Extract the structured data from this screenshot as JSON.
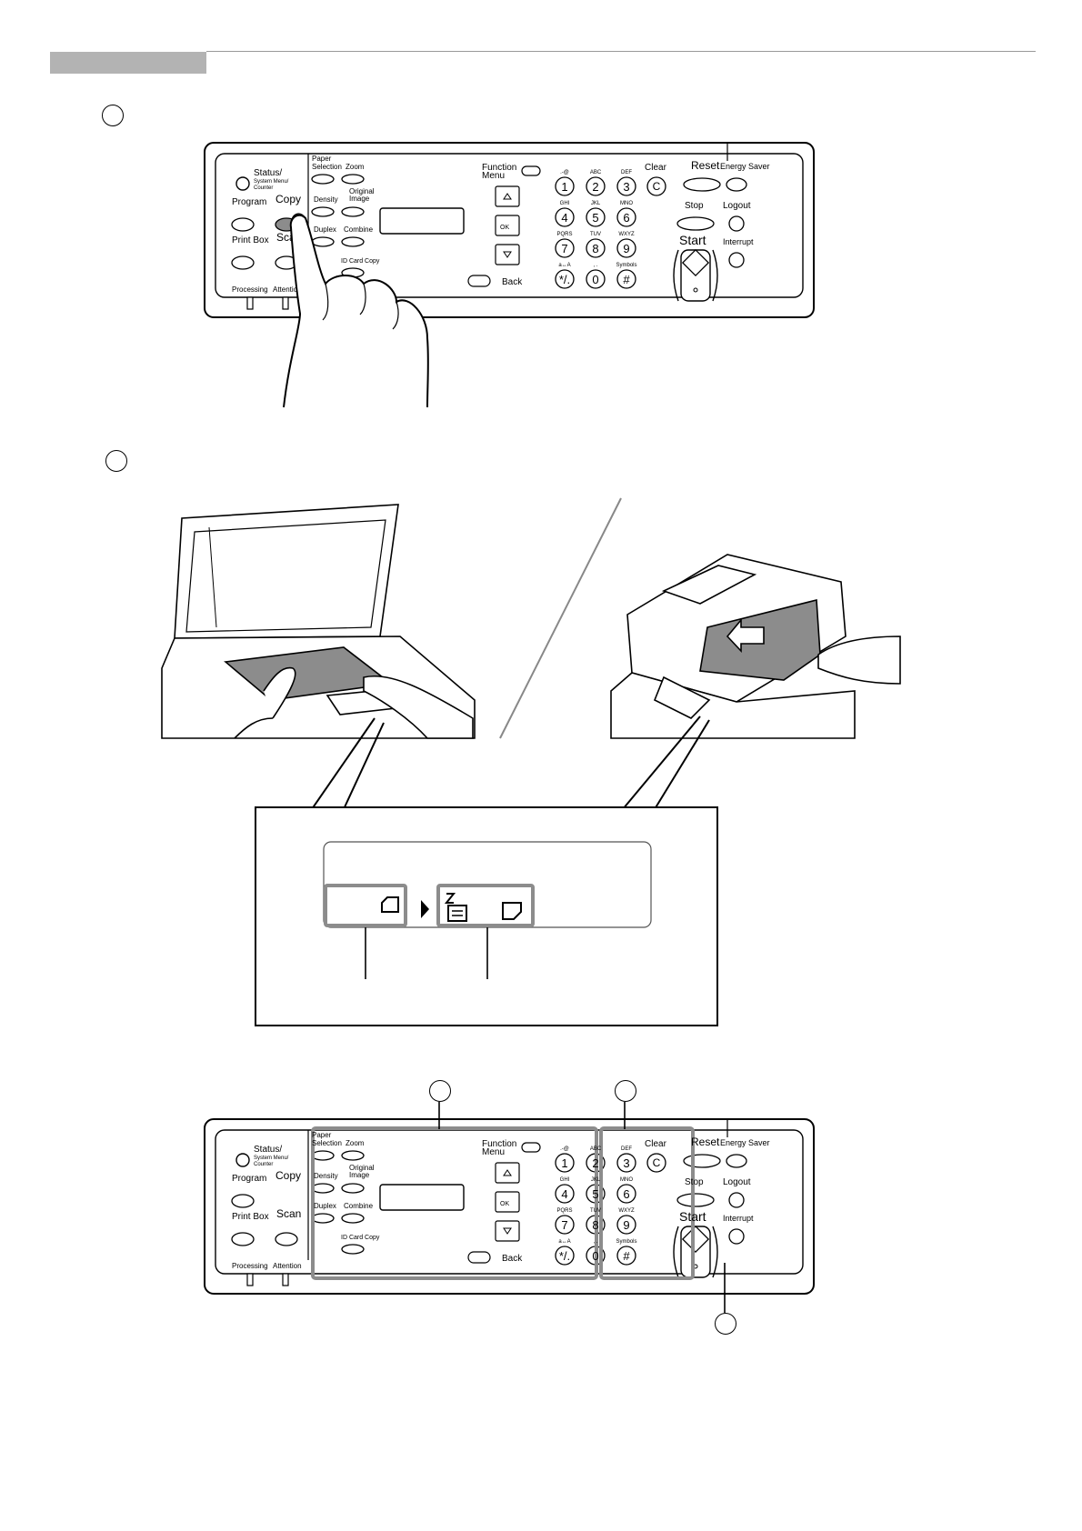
{
  "panel": {
    "status_counter": [
      "Status/",
      "System Menu/",
      "Counter"
    ],
    "program": "Program",
    "copy": "Copy",
    "print_box": "Print Box",
    "scan": "Scan",
    "processing": "Processing",
    "attention": "Attention",
    "paper_selection": [
      "Paper",
      "Selection"
    ],
    "zoom": "Zoom",
    "density": "Density",
    "original_image": [
      "Original",
      "Image"
    ],
    "duplex": "Duplex",
    "combine": "Combine",
    "id_card_copy": "ID Card Copy",
    "function_menu": [
      "Function",
      "Menu"
    ],
    "back": "Back",
    "ok": "OK",
    "keypad": [
      {
        "sub": ".-@",
        "key": "1"
      },
      {
        "sub": "ABC",
        "key": "2"
      },
      {
        "sub": "DEF",
        "key": "3"
      },
      {
        "sub": "GHI",
        "key": "4"
      },
      {
        "sub": "JKL",
        "key": "5"
      },
      {
        "sub": "MNO",
        "key": "6"
      },
      {
        "sub": "PQRS",
        "key": "7"
      },
      {
        "sub": "TUV",
        "key": "8"
      },
      {
        "sub": "WXYZ",
        "key": "9"
      },
      {
        "sub": "a↔A",
        "key": "*/."
      },
      {
        "sub": ", .",
        "key": "0"
      },
      {
        "sub": "Symbols",
        "key": "#"
      }
    ],
    "clear": "Clear",
    "clear_key": "C",
    "reset": "Reset",
    "energy_saver": "Energy Saver",
    "stop": "Stop",
    "logout": "Logout",
    "start": "Start",
    "interrupt": "Interrupt"
  },
  "colors": {
    "header_tab": "#b3b3b3",
    "copy_pressed": "#8c8c8c",
    "callout_frame": "#8c8c8c"
  }
}
